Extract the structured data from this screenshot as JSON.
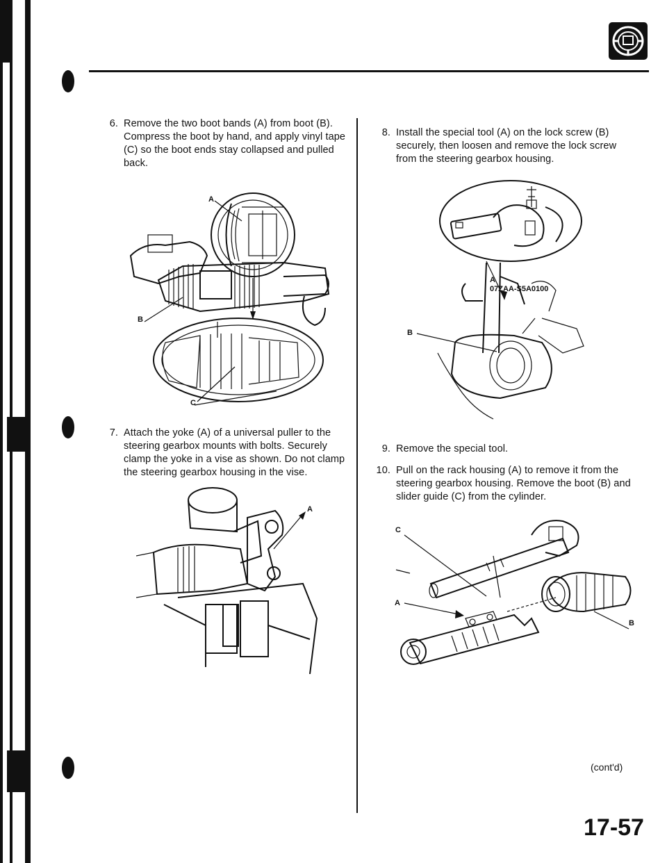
{
  "header": {
    "icon": "steering-wheel-icon"
  },
  "steps": [
    {
      "number": "6.",
      "lines": [
        "Remove the two boot bands (A) from boot (B).",
        "Compress the boot by hand, and apply vinyl tape",
        "(C) so the boot ends stay collapsed and pulled back."
      ]
    },
    {
      "number": "7.",
      "lines": [
        "Attach the yoke (A) of a universal puller to the",
        "steering gearbox mounts with bolts. Securely",
        "clamp the yoke in a vise as shown. Do not clamp",
        "the steering gearbox housing in the vise."
      ]
    },
    {
      "number": "8.",
      "lines": [
        "Install the special tool (A) on the lock screw (B)",
        "securely, then loosen and remove the lock screw",
        "from the steering gearbox housing."
      ]
    },
    {
      "number": "9.",
      "lines": [
        "Remove the special tool."
      ]
    },
    {
      "number": "10.",
      "lines": [
        "Pull on the rack housing (A) to remove it from the",
        "steering gearbox housing. Remove the boot (B) and",
        "slider guide (C) from the cylinder."
      ]
    }
  ],
  "figures": {
    "fig1": {
      "labels": {
        "a": "A",
        "b": "B",
        "c": "C"
      }
    },
    "fig2": {
      "labels": {
        "a": "A"
      }
    },
    "fig3": {
      "labels": {
        "a": "A",
        "b": "B"
      },
      "part_number": "07ZAA-S5A0100"
    },
    "fig4": {
      "labels": {
        "a": "A",
        "b": "B",
        "c": "C"
      }
    }
  },
  "footer": {
    "continued": "(cont'd)",
    "page_number": "17-57"
  }
}
